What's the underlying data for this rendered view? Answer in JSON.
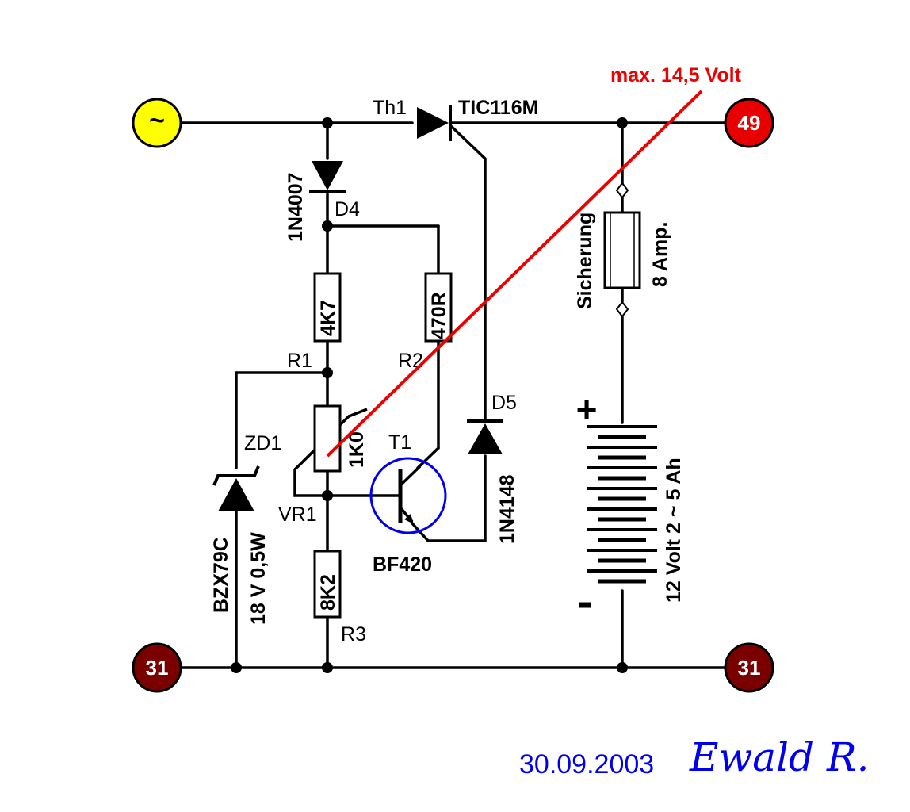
{
  "terminals": {
    "ac_input": "~",
    "positive_output": "49",
    "ground_left": "31",
    "ground_right": "31"
  },
  "thyristor": {
    "ref": "Th1",
    "part": "TIC116M"
  },
  "diode_d4": {
    "ref": "D4",
    "part": "1N4007"
  },
  "diode_d5": {
    "ref": "D5",
    "part": "1N4148"
  },
  "resistor_r1": {
    "ref": "R1",
    "value": "4K7"
  },
  "resistor_r2": {
    "ref": "R2",
    "value": "470R"
  },
  "resistor_r3": {
    "ref": "R3",
    "value": "8K2"
  },
  "trimmer_vr1": {
    "ref": "VR1",
    "value": "1K0"
  },
  "zener_zd1": {
    "ref": "ZD1",
    "part": "BZX79C",
    "rating": "18 V 0,5W"
  },
  "transistor_t1": {
    "ref": "T1",
    "part": "BF420"
  },
  "fuse": {
    "label": "Sicherung",
    "rating": "8 Amp."
  },
  "battery": {
    "plus": "+",
    "minus": "-",
    "label": "12 Volt 2 ~ 5 Ah"
  },
  "annotation": {
    "text": "max. 14,5 Volt"
  },
  "footer": {
    "date": "30.09.2003",
    "signature": "Ewald R."
  },
  "colors": {
    "ac_terminal": "#ffff00",
    "positive_terminal": "#e80000",
    "ground_terminal": "#7a0000",
    "annotation": "#ee0000",
    "transistor_circle": "#0000ee",
    "footer": "#0000ee"
  }
}
